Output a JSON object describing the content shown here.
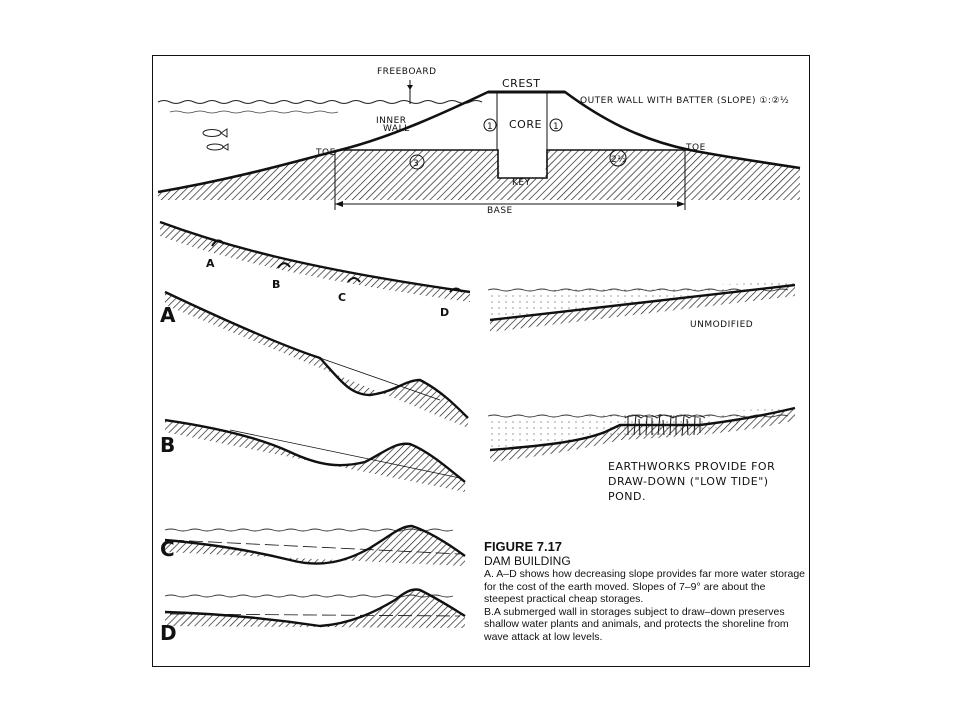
{
  "labels": {
    "freeboard": "FREEBOARD",
    "crest": "CREST",
    "outer_wall": "OUTER WALL WITH BATTER (SLOPE) ①:②½",
    "inner_wall_1": "INNER",
    "inner_wall_2": "WALL",
    "core": "CORE",
    "ratio_one_left": "1",
    "ratio_one_right": "1",
    "toe_left": "TOE",
    "toe_right": "TOE",
    "ratio_three": "3",
    "ratio_two_half": "2½",
    "key": "KEY",
    "base": "BASE",
    "profile_a": "A",
    "profile_b": "B",
    "profile_c": "C",
    "profile_d": "D",
    "unmodified": "UNMODIFIED",
    "earthworks_1": "EARTHWORKS PROVIDE FOR",
    "earthworks_2": "DRAW-DOWN (\"LOW TIDE\")",
    "earthworks_3": "POND."
  },
  "caption": {
    "number": "FIGURE 7.17",
    "title": "DAM BUILDING",
    "para_a": "A. A–D shows how decreasing slope provides far more water storage for the cost of the earth moved. Slopes of 7–9° are about the steepest practical cheap storages.",
    "para_b": "B.A submerged wall in storages subject to draw–down preserves shallow water plants and animals, and protects the shoreline from wave attack at low levels."
  }
}
